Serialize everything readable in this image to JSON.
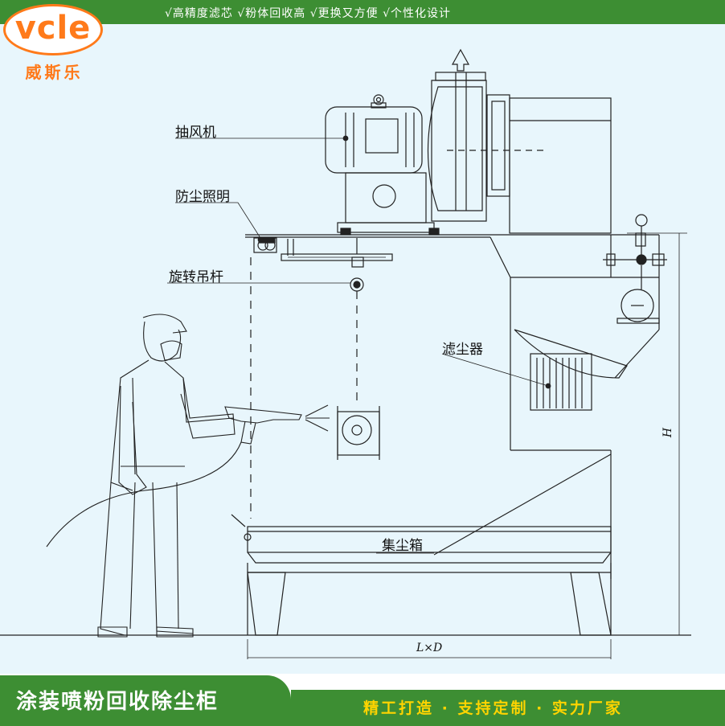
{
  "header": {
    "slogan": "√高精度滤芯 √粉体回收高 √更换又方便 √个性化设计"
  },
  "brand": {
    "logo_text": "vcle",
    "name": "威斯乐",
    "logo_color": "#ff7a1a"
  },
  "labels": {
    "exhaust_fan": "抽风机",
    "dust_light": "防尘照明",
    "rotating_boom": "旋转吊杆",
    "dust_filter": "滤尘器",
    "dust_box": "集尘箱"
  },
  "dimensions": {
    "height": "H",
    "length_depth": "L×D"
  },
  "footer": {
    "title": "涂装喷粉回收除尘柜",
    "tagline": "精工打造 · 支持定制 · 实力厂家"
  },
  "colors": {
    "accent_green": "#3d8e33",
    "tagline_yellow": "#ffd400",
    "background": "#e8f6fc"
  }
}
